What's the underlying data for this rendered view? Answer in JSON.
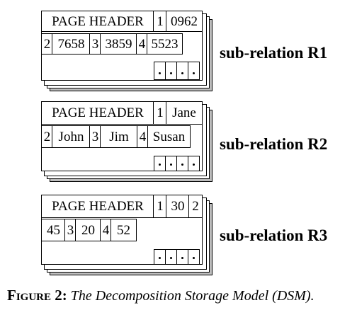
{
  "pages": [
    {
      "header": {
        "label": "PAGE HEADER",
        "cells": [
          "1",
          "0962"
        ]
      },
      "row2": [
        "2",
        "7658",
        "3",
        "3859",
        "4",
        "5523"
      ],
      "relation_label": "sub-relation R1"
    },
    {
      "header": {
        "label": "PAGE HEADER",
        "cells": [
          "1",
          "Jane"
        ]
      },
      "row2": [
        "2",
        "John",
        "3",
        "Jim",
        "4",
        "Susan"
      ],
      "relation_label": "sub-relation R2"
    },
    {
      "header": {
        "label": "PAGE HEADER",
        "cells": [
          "1",
          "30",
          "2"
        ]
      },
      "row2": [
        "45",
        "3",
        "20",
        "4",
        "52"
      ],
      "relation_label": "sub-relation R3"
    }
  ],
  "caption": {
    "figure": "Figure 2:",
    "text": "The Decomposition Storage Model (DSM)."
  }
}
